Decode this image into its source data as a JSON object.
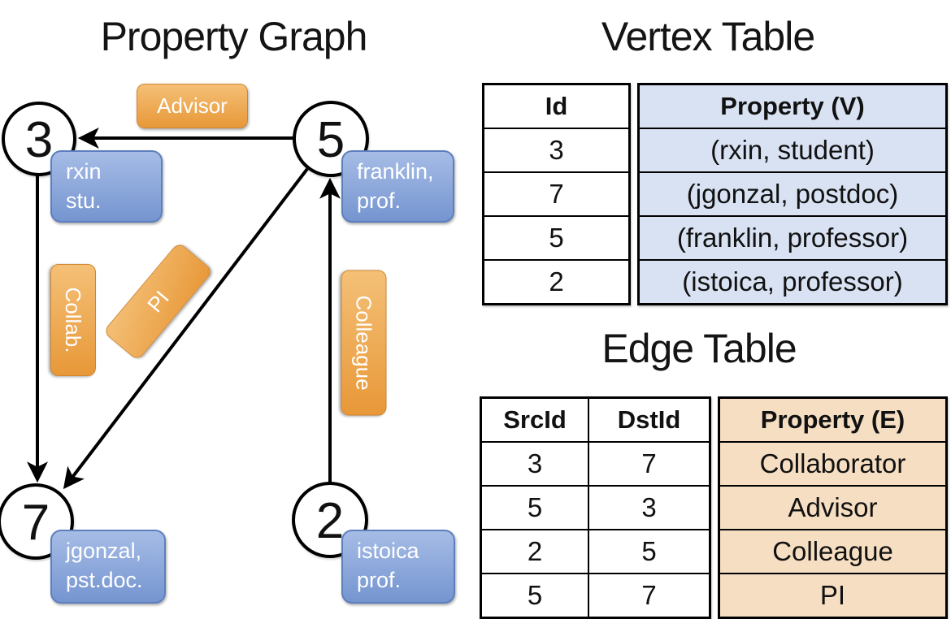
{
  "graph": {
    "title": "Property Graph",
    "nodes": [
      {
        "id": "3"
      },
      {
        "id": "5"
      },
      {
        "id": "7"
      },
      {
        "id": "2"
      }
    ],
    "node_labels": [
      {
        "line1": "rxin",
        "line2": "stu."
      },
      {
        "line1": "franklin,",
        "line2": "prof."
      },
      {
        "line1": "jgonzal,",
        "line2": "pst.doc."
      },
      {
        "line1": "istoica",
        "line2": "prof."
      }
    ],
    "edge_labels": [
      {
        "label": "Advisor"
      },
      {
        "label": "Collab."
      },
      {
        "label": "PI"
      },
      {
        "label": "Colleague"
      }
    ]
  },
  "vertex_table": {
    "title": "Vertex Table",
    "headers": {
      "id": "Id",
      "property": "Property (V)"
    },
    "rows": [
      {
        "id": "3",
        "property": "(rxin, student)"
      },
      {
        "id": "7",
        "property": "(jgonzal, postdoc)"
      },
      {
        "id": "5",
        "property": "(franklin, professor)"
      },
      {
        "id": "2",
        "property": "(istoica, professor)"
      }
    ]
  },
  "edge_table": {
    "title": "Edge Table",
    "headers": {
      "srcid": "SrcId",
      "dstid": "DstId",
      "property": "Property (E)"
    },
    "rows": [
      {
        "srcid": "3",
        "dstid": "7",
        "property": "Collaborator"
      },
      {
        "srcid": "5",
        "dstid": "3",
        "property": "Advisor"
      },
      {
        "srcid": "2",
        "dstid": "5",
        "property": "Colleague"
      },
      {
        "srcid": "5",
        "dstid": "7",
        "property": "PI"
      }
    ]
  },
  "colors": {
    "edge_pill_top": "#F4C077",
    "edge_pill_bottom": "#E89838",
    "node_pill_top": "#A6BCE6",
    "node_pill_bottom": "#7595D0",
    "vertex_property_bg": "#D9E2F3",
    "edge_property_bg": "#F6DEC2"
  }
}
